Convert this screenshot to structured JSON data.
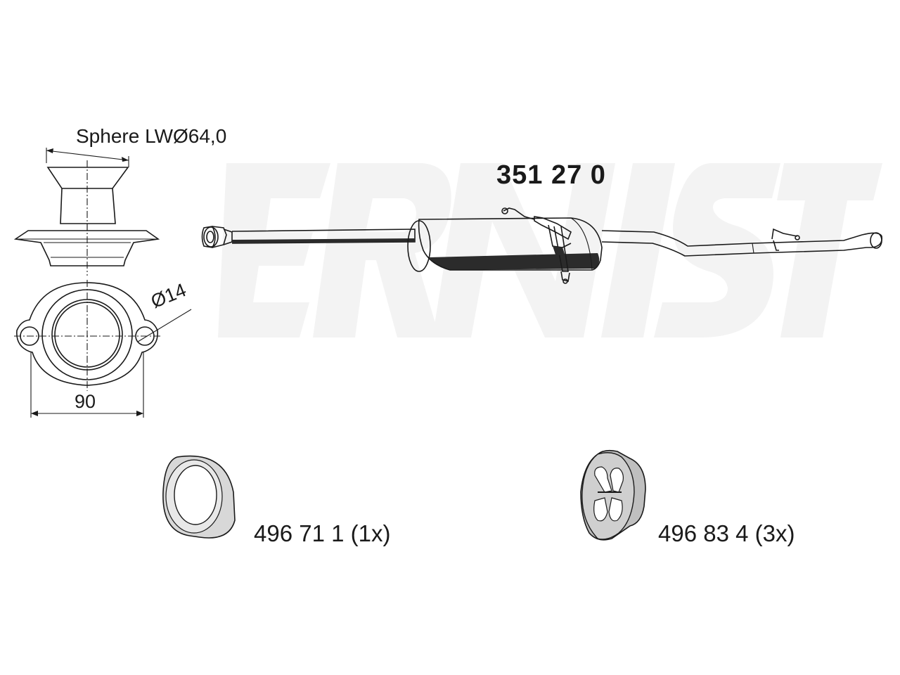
{
  "part_number": "351 27 0",
  "flange_detail": {
    "sphere_label": "Sphere LWØ64,0",
    "hole_diameter_label": "Ø14",
    "width_label": "90"
  },
  "accessories": [
    {
      "label": "496 71 1 (1x)",
      "icon": "sealing-ring-icon"
    },
    {
      "label": "496 83 4  (3x)",
      "icon": "rubber-mount-icon"
    }
  ],
  "colors": {
    "line": "#1a1a1a",
    "shade": "#2b2b2b",
    "watermark": "#f2f2f2"
  }
}
